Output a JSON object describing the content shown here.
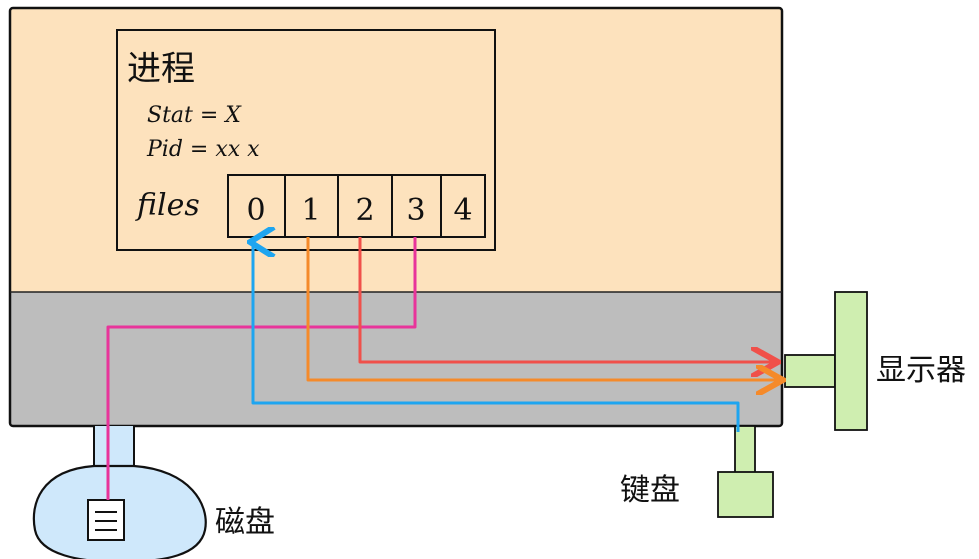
{
  "process": {
    "title": "进程",
    "stat_line": "Stat = X",
    "pid_line": "Pid = xx x",
    "files_label": "files",
    "fd_slots": [
      "0",
      "1",
      "2",
      "3",
      "4"
    ]
  },
  "devices": {
    "disk_label": "磁盘",
    "monitor_label": "显示器",
    "keyboard_label": "键盘"
  },
  "colors": {
    "user_space": "#fde2bd",
    "kernel_space": "#bdbdbd",
    "device_green": "#cfeeb0",
    "disk_blue": "#cfe8fb",
    "stdin_blue": "#1ea5f0",
    "stdout_orange": "#f58a2a",
    "stderr_red": "#f0504a",
    "file_magenta": "#e8349a"
  },
  "icons": {
    "file_doc": "document-icon"
  }
}
